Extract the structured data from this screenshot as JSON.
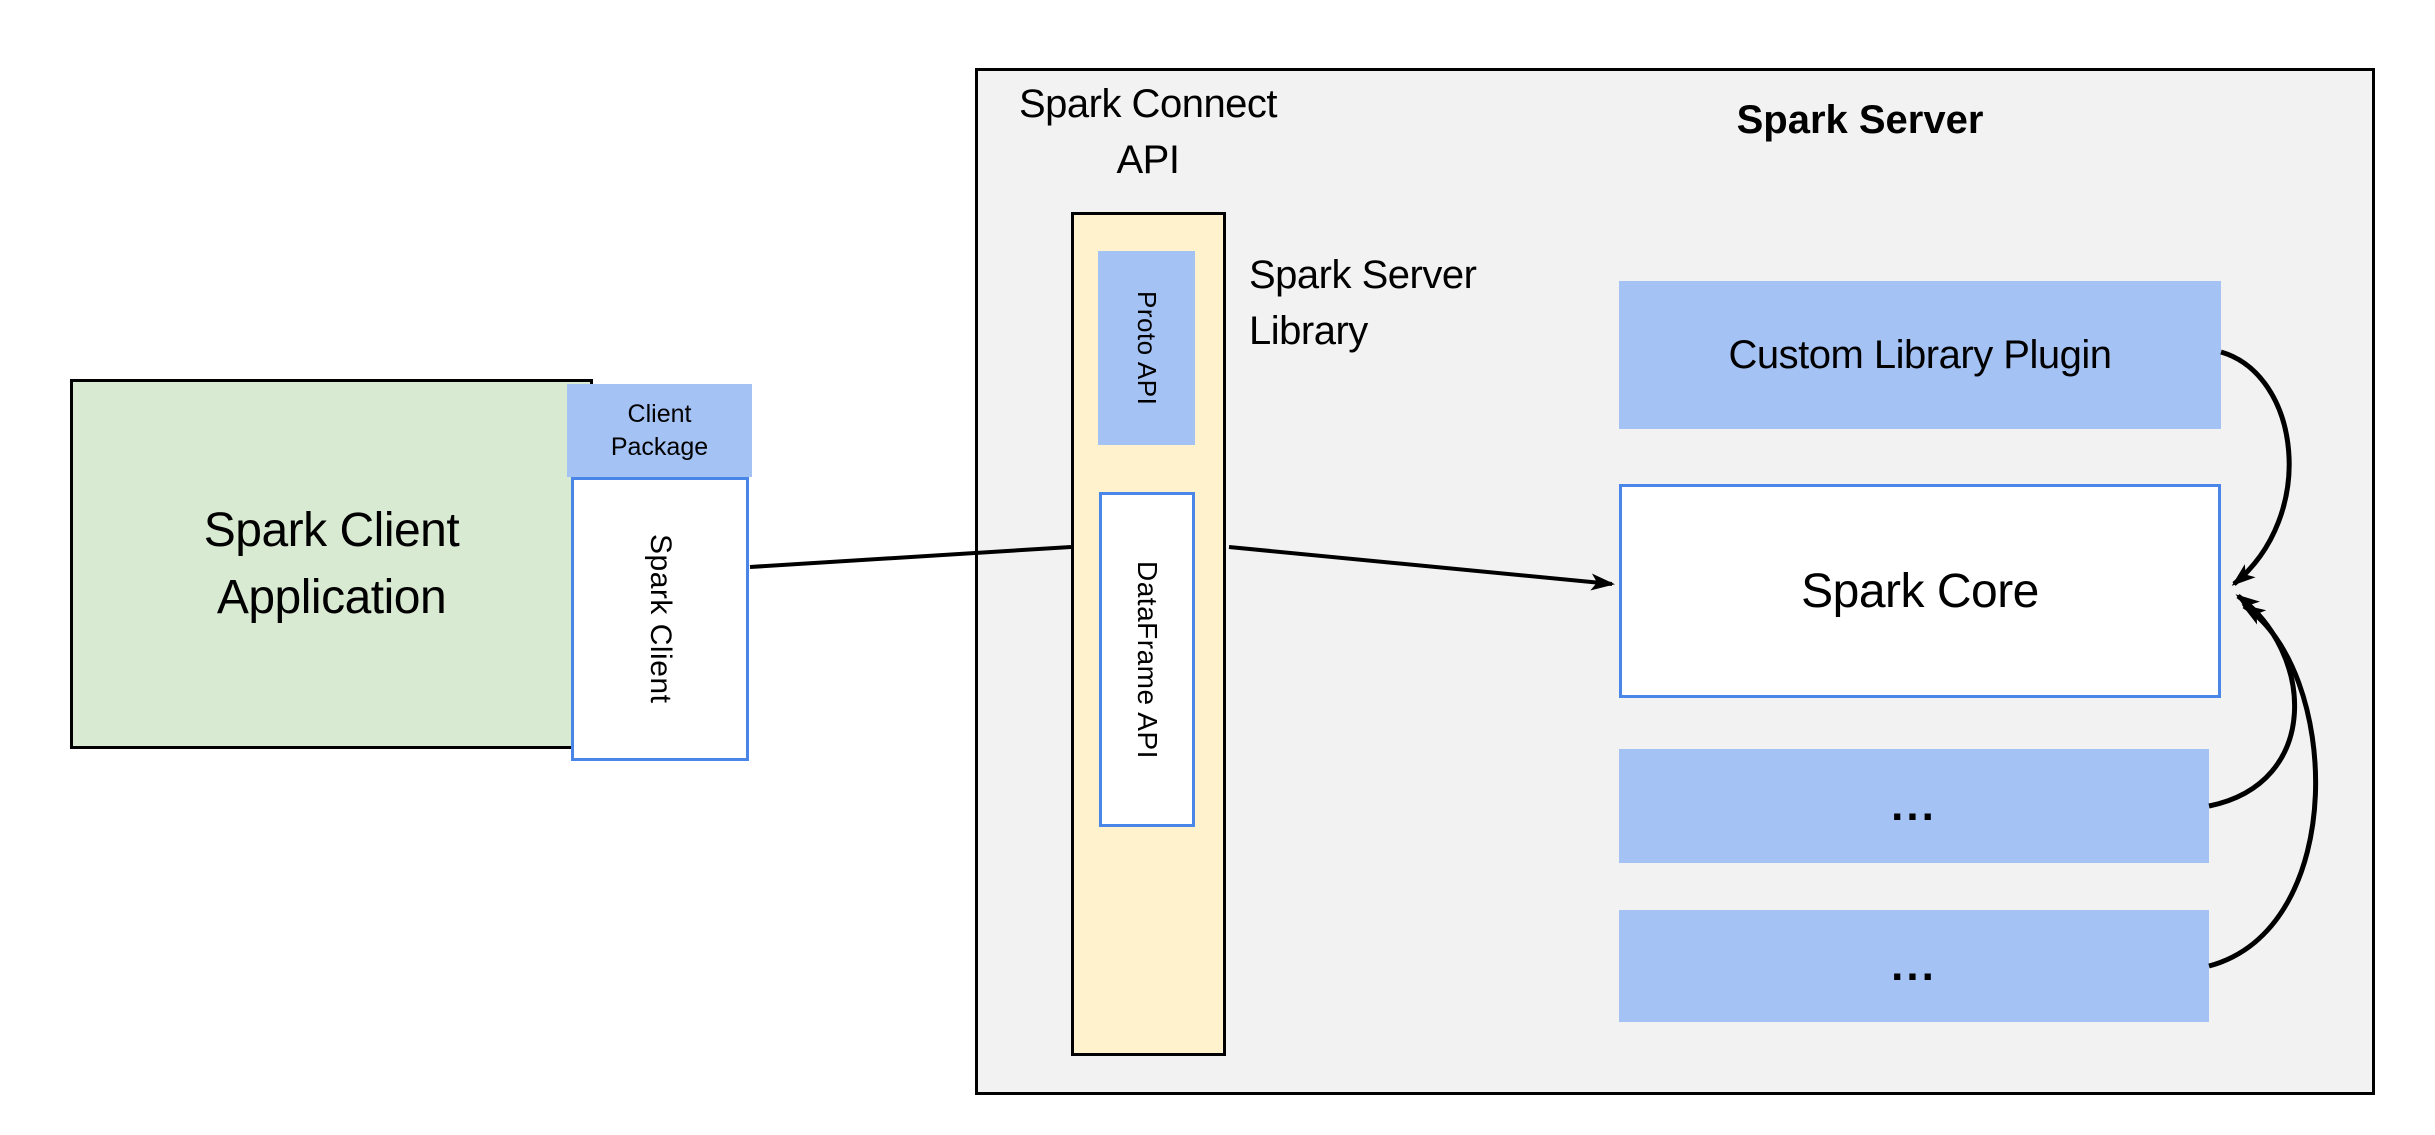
{
  "nodes": {
    "client_app": {
      "line1": "Spark Client",
      "line2": "Application"
    },
    "client_package": {
      "line1": "Client",
      "line2": "Package"
    },
    "spark_client": {
      "label": "Spark Client"
    },
    "connect_api": {
      "line1": "Spark Connect",
      "line2": "API"
    },
    "proto_api": {
      "label": "Proto  API"
    },
    "dataframe_api": {
      "label": "DataFrame API"
    },
    "server_library": {
      "line1": "Spark Server",
      "line2": "Library"
    },
    "server_title": {
      "label": "Spark Server"
    },
    "custom_plugin": {
      "label": "Custom Library Plugin"
    },
    "spark_core": {
      "label": "Spark Core"
    },
    "plugin_slot_1": {
      "label": "..."
    },
    "plugin_slot_2": {
      "label": "..."
    }
  },
  "colors": {
    "client_app_fill": "#d9ead3",
    "accent_blue_fill": "#a4c2f4",
    "accent_blue_border": "#4a86e8",
    "api_column_fill": "#fff2cc",
    "server_fill": "#f2f2f2",
    "line_color": "#000000"
  }
}
